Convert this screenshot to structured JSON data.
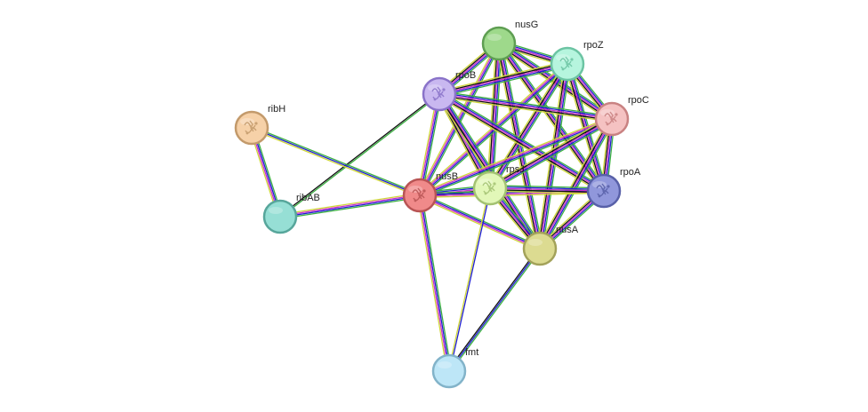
{
  "nodes": [
    {
      "id": "nusG",
      "label": "nusG",
      "fill": "#9ed98b",
      "stroke": "#5e9e52",
      "icon": "none"
    },
    {
      "id": "rpoZ",
      "label": "rpoZ",
      "fill": "#b6f5de",
      "stroke": "#6cc4a3",
      "icon": "protein-structure-icon"
    },
    {
      "id": "rpoB",
      "label": "rpoB",
      "fill": "#c9b8f0",
      "stroke": "#8a73c9",
      "icon": "protein-structure-icon"
    },
    {
      "id": "rpoC",
      "label": "rpoC",
      "fill": "#f5c2c2",
      "stroke": "#c98282",
      "icon": "protein-structure-icon"
    },
    {
      "id": "ribH",
      "label": "ribH",
      "fill": "#f6d1a8",
      "stroke": "#c39a6b",
      "icon": "protein-structure-icon"
    },
    {
      "id": "nusB",
      "label": "nusB",
      "fill": "#f08a8a",
      "stroke": "#b85454",
      "icon": "protein-structure-icon"
    },
    {
      "id": "rpsJ",
      "label": "rpsJ",
      "fill": "#e2f7b8",
      "stroke": "#a3c272",
      "icon": "protein-structure-icon"
    },
    {
      "id": "rpoA",
      "label": "rpoA",
      "fill": "#9097db",
      "stroke": "#5860a8",
      "icon": "protein-structure-icon"
    },
    {
      "id": "ribAB",
      "label": "ribAB",
      "fill": "#96dfd5",
      "stroke": "#57a69b",
      "icon": "none"
    },
    {
      "id": "nusA",
      "label": "nusA",
      "fill": "#dcdb91",
      "stroke": "#a3a25a",
      "icon": "none"
    },
    {
      "id": "fmt",
      "label": "fmt",
      "fill": "#bde6f7",
      "stroke": "#82b3c9",
      "icon": "none"
    }
  ],
  "edges": [
    {
      "source": "nusG",
      "target": "rpoZ",
      "colors": [
        "#3cb043",
        "#1f1fd1",
        "#cc2fcc",
        "#111111",
        "#cfd63a"
      ]
    },
    {
      "source": "nusG",
      "target": "rpoB",
      "colors": [
        "#3cb043",
        "#1f1fd1",
        "#cc2fcc",
        "#111111",
        "#cfd63a"
      ]
    },
    {
      "source": "nusG",
      "target": "rpoC",
      "colors": [
        "#3cb043",
        "#1f1fd1",
        "#cc2fcc",
        "#111111",
        "#cfd63a"
      ]
    },
    {
      "source": "nusG",
      "target": "nusB",
      "colors": [
        "#3cb043",
        "#1f1fd1",
        "#cc2fcc",
        "#cfd63a"
      ]
    },
    {
      "source": "nusG",
      "target": "rpsJ",
      "colors": [
        "#3cb043",
        "#1f1fd1",
        "#cc2fcc",
        "#111111",
        "#cfd63a"
      ]
    },
    {
      "source": "nusG",
      "target": "rpoA",
      "colors": [
        "#3cb043",
        "#1f1fd1",
        "#cc2fcc",
        "#111111",
        "#cfd63a"
      ]
    },
    {
      "source": "nusG",
      "target": "nusA",
      "colors": [
        "#3cb043",
        "#1f1fd1",
        "#cc2fcc",
        "#111111",
        "#cfd63a"
      ]
    },
    {
      "source": "rpoZ",
      "target": "rpoB",
      "colors": [
        "#3cb043",
        "#1f1fd1",
        "#cc2fcc",
        "#111111",
        "#cfd63a"
      ]
    },
    {
      "source": "rpoZ",
      "target": "rpoC",
      "colors": [
        "#3cb043",
        "#1f1fd1",
        "#cc2fcc",
        "#111111",
        "#cfd63a"
      ]
    },
    {
      "source": "rpoZ",
      "target": "nusB",
      "colors": [
        "#3cb043",
        "#1f1fd1",
        "#cc2fcc",
        "#cfd63a"
      ]
    },
    {
      "source": "rpoZ",
      "target": "rpsJ",
      "colors": [
        "#3cb043",
        "#1f1fd1",
        "#cc2fcc",
        "#111111",
        "#cfd63a"
      ]
    },
    {
      "source": "rpoZ",
      "target": "rpoA",
      "colors": [
        "#3cb043",
        "#1f1fd1",
        "#cc2fcc",
        "#111111",
        "#cfd63a"
      ]
    },
    {
      "source": "rpoZ",
      "target": "nusA",
      "colors": [
        "#3cb043",
        "#1f1fd1",
        "#cc2fcc",
        "#111111",
        "#cfd63a"
      ]
    },
    {
      "source": "rpoB",
      "target": "rpoC",
      "colors": [
        "#3cb043",
        "#1f1fd1",
        "#cc2fcc",
        "#111111",
        "#cfd63a"
      ]
    },
    {
      "source": "rpoB",
      "target": "nusB",
      "colors": [
        "#3cb043",
        "#1f1fd1",
        "#cc2fcc",
        "#cfd63a"
      ]
    },
    {
      "source": "rpoB",
      "target": "rpsJ",
      "colors": [
        "#3cb043",
        "#1f1fd1",
        "#cc2fcc",
        "#111111",
        "#cfd63a"
      ]
    },
    {
      "source": "rpoB",
      "target": "rpoA",
      "colors": [
        "#3cb043",
        "#1f1fd1",
        "#cc2fcc",
        "#111111",
        "#cfd63a"
      ]
    },
    {
      "source": "rpoB",
      "target": "nusA",
      "colors": [
        "#3cb043",
        "#1f1fd1",
        "#cc2fcc",
        "#111111",
        "#cfd63a"
      ]
    },
    {
      "source": "rpoB",
      "target": "ribAB",
      "colors": [
        "#3cb043",
        "#111111"
      ]
    },
    {
      "source": "rpoC",
      "target": "nusB",
      "colors": [
        "#3cb043",
        "#1f1fd1",
        "#cc2fcc",
        "#cfd63a"
      ]
    },
    {
      "source": "rpoC",
      "target": "rpsJ",
      "colors": [
        "#3cb043",
        "#1f1fd1",
        "#cc2fcc",
        "#111111",
        "#cfd63a"
      ]
    },
    {
      "source": "rpoC",
      "target": "rpoA",
      "colors": [
        "#3cb043",
        "#1f1fd1",
        "#cc2fcc",
        "#111111",
        "#cfd63a"
      ]
    },
    {
      "source": "rpoC",
      "target": "nusA",
      "colors": [
        "#3cb043",
        "#1f1fd1",
        "#cc2fcc",
        "#111111",
        "#cfd63a"
      ]
    },
    {
      "source": "ribH",
      "target": "ribAB",
      "colors": [
        "#3cb043",
        "#1f1fd1",
        "#cc2fcc",
        "#cfd63a"
      ]
    },
    {
      "source": "ribH",
      "target": "nusB",
      "colors": [
        "#3cb043",
        "#1f1fd1",
        "#cfd63a"
      ]
    },
    {
      "source": "nusB",
      "target": "ribAB",
      "colors": [
        "#3cb043",
        "#1f1fd1",
        "#cc2fcc",
        "#cfd63a"
      ]
    },
    {
      "source": "nusB",
      "target": "rpsJ",
      "colors": [
        "#3cb043",
        "#1f1fd1",
        "#cc2fcc",
        "#111111",
        "#cfd63a"
      ]
    },
    {
      "source": "nusB",
      "target": "rpoA",
      "colors": [
        "#3cb043",
        "#1f1fd1",
        "#cc2fcc",
        "#cfd63a"
      ]
    },
    {
      "source": "nusB",
      "target": "nusA",
      "colors": [
        "#3cb043",
        "#1f1fd1",
        "#cc2fcc",
        "#cfd63a"
      ]
    },
    {
      "source": "nusB",
      "target": "fmt",
      "colors": [
        "#3cb043",
        "#1f1fd1",
        "#cc2fcc",
        "#cfd63a"
      ]
    },
    {
      "source": "rpsJ",
      "target": "rpoA",
      "colors": [
        "#3cb043",
        "#1f1fd1",
        "#cc2fcc",
        "#111111",
        "#cfd63a"
      ]
    },
    {
      "source": "rpsJ",
      "target": "nusA",
      "colors": [
        "#3cb043",
        "#1f1fd1",
        "#cc2fcc",
        "#111111",
        "#cfd63a"
      ]
    },
    {
      "source": "rpsJ",
      "target": "fmt",
      "colors": [
        "#1f1fd1",
        "#cfd63a"
      ]
    },
    {
      "source": "rpoA",
      "target": "nusA",
      "colors": [
        "#3cb043",
        "#1f1fd1",
        "#cc2fcc",
        "#111111",
        "#cfd63a"
      ]
    },
    {
      "source": "nusA",
      "target": "fmt",
      "colors": [
        "#3cb043",
        "#1f1fd1",
        "#111111"
      ]
    }
  ]
}
